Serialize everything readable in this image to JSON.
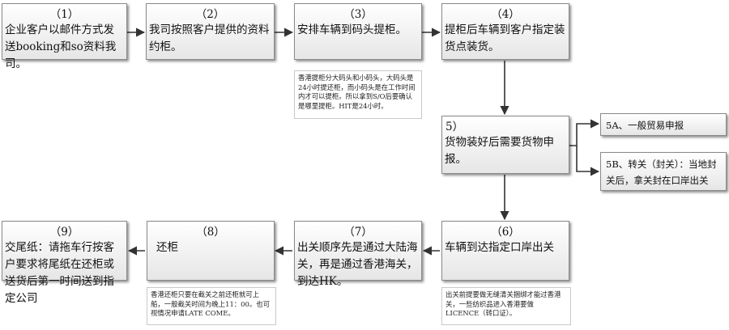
{
  "steps": {
    "s1": {
      "num": "（1）",
      "text": "企业客户以邮件方式发送booking和so资料我司。"
    },
    "s2": {
      "num": "（2）",
      "text": "我司按照客户提供的资料约柜。"
    },
    "s3": {
      "num": "（3）",
      "text": "安排车辆到码头提柜。"
    },
    "s4": {
      "num": "（4）",
      "text": "提柜后车辆到客户指定装货点装货。"
    },
    "s5": {
      "num": "5）",
      "text": "货物装好后需要货物申报。"
    },
    "s5a": {
      "text": "5A、一般贸易申报"
    },
    "s5b": {
      "text": "5B、转关（封关）：当地封关后，拿关封在口岸出关"
    },
    "s6": {
      "num": "（6）",
      "text": "车辆到达指定口岸出关"
    },
    "s7": {
      "num": "（7）",
      "text": "出关顺序先是通过大陆海关，再是通过香港海关，到达HK。"
    },
    "s8": {
      "num": "（8）",
      "text": "还柜"
    },
    "s9": {
      "num": "（9）",
      "text": "交尾纸：请拖车行按客户要求将尾纸在还柜或送货后第一时间送到指定公司"
    }
  },
  "notes": {
    "n3": "香港提柜分大码头和小码头，大码头是24小时提还柜，而小码头是在工作时间内才可以提柜。所以拿到S/O后要确认是哪里提柜。HIT是24小时。",
    "n6": "出关前提要做无缝清关捆绑才能过香港关，一些纺织品进入香港要做LICENCE（转口证）。",
    "n8": "香港还柜只要在截关之前还柜就可上船，一般截关时间为晚上11：00。也可视情况申请LATE COME。"
  },
  "colors": {
    "line": "#333333",
    "border": "#8a8a8a"
  }
}
